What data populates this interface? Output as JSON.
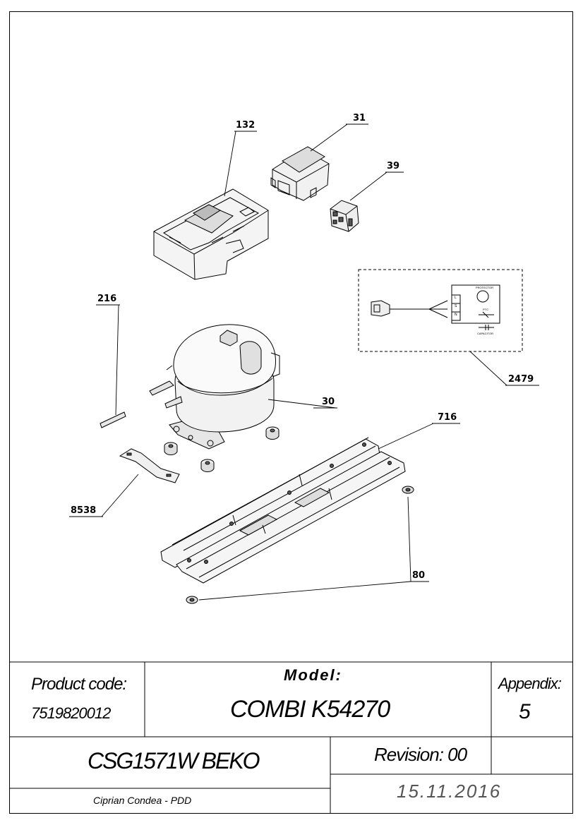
{
  "callouts": [
    "132",
    "31",
    "39",
    "216",
    "2479",
    "30",
    "716",
    "8538",
    "80"
  ],
  "title_block": {
    "product_code_label": "Product code:",
    "product_code": "7519820012",
    "model_label": "Model:",
    "model": "COMBI K54270",
    "appendix_label": "Appendix:",
    "appendix": "5",
    "product_name": "CSG1571W BEKO",
    "revision": "Revision: 00",
    "author": "Ciprian Condea - PDD",
    "date": "15.11.2016"
  },
  "wiring": {
    "protector": "PROTECTOR",
    "ptc": "PTC",
    "capacitor": "CAPACITOR",
    "terminals": [
      "L",
      "S",
      "N"
    ]
  }
}
